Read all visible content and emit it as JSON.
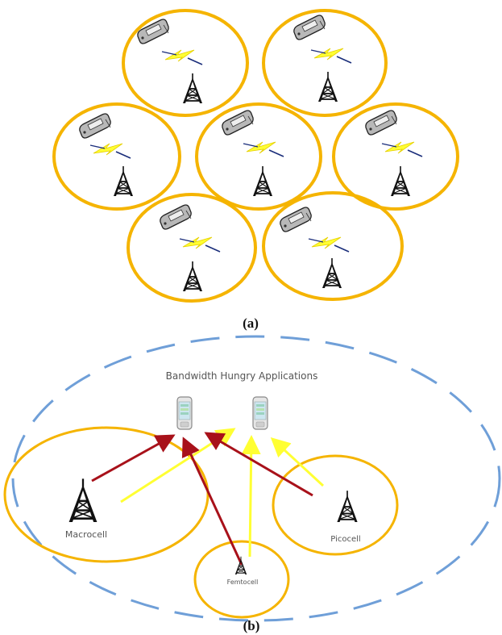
{
  "panel_a": {
    "caption": "(a)",
    "cells": [
      {
        "id": "top-left"
      },
      {
        "id": "top-right"
      },
      {
        "id": "middle-left"
      },
      {
        "id": "middle-center"
      },
      {
        "id": "middle-right"
      },
      {
        "id": "bottom-left"
      },
      {
        "id": "bottom-right"
      }
    ]
  },
  "panel_b": {
    "caption": "(b)",
    "title": "Bandwidth Hungry Applications",
    "cells": {
      "macro": "Macrocell",
      "pico": "Picocell",
      "femto": "Femtocell"
    }
  },
  "colors": {
    "cell_ring": "#f5b400",
    "outer_ring": "#6f9fd8",
    "bolt": "#ffff33",
    "link_red": "#a8111a",
    "link_yellow": "#ffff33"
  },
  "icons": [
    "phone-icon",
    "tower-icon",
    "lightning-bolt-icon",
    "smartphone-icon"
  ]
}
